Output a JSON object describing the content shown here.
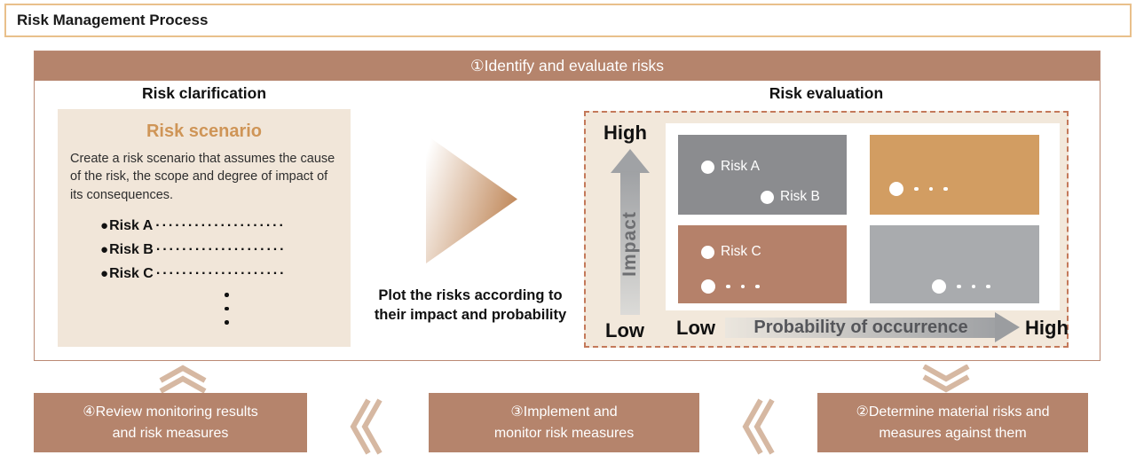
{
  "title": "Risk Management Process",
  "colors": {
    "brown": "#b5846c",
    "beige_card": "#f1e6d9",
    "dashed_border": "#c4795a",
    "title_border": "#e9c08b",
    "accent_orange": "#cf9557",
    "quadrant_dark_gray": "#8b8c8f",
    "quadrant_tan": "#d29d62",
    "quadrant_brown": "#b5816a",
    "quadrant_light_gray": "#a9abae",
    "chevron_tan": "#d6b8a2"
  },
  "process": {
    "step1": {
      "header": "①Identify and evaluate risks",
      "clarification": {
        "heading": "Risk clarification",
        "card_title": "Risk scenario",
        "card_body": "Create a risk scenario that assumes the cause of the risk, the scope and degree of impact of its consequences.",
        "bullet": "●",
        "risks": [
          {
            "name": "Risk A",
            "leader": "····················"
          },
          {
            "name": "Risk B",
            "leader": "····················"
          },
          {
            "name": "Risk C",
            "leader": "····················"
          }
        ]
      },
      "transition_note": "Plot the risks according to their impact and probability",
      "evaluation": {
        "heading": "Risk evaluation",
        "impact_axis": {
          "label": "Impact",
          "high": "High",
          "low": "Low"
        },
        "probability_axis": {
          "label": "Probability of occurrence",
          "low": "Low",
          "high": "High"
        },
        "quadrants": {
          "high_impact_low_prob": {
            "points": [
              "Risk A",
              "Risk B"
            ]
          },
          "low_impact_low_prob": {
            "points": [
              "Risk C"
            ]
          }
        }
      }
    },
    "step2": {
      "lines": [
        "②Determine material risks and",
        "measures against them"
      ]
    },
    "step3": {
      "lines": [
        "③Implement and",
        "monitor risk measures"
      ]
    },
    "step4": {
      "lines": [
        "④Review monitoring results",
        "and risk measures"
      ]
    }
  }
}
